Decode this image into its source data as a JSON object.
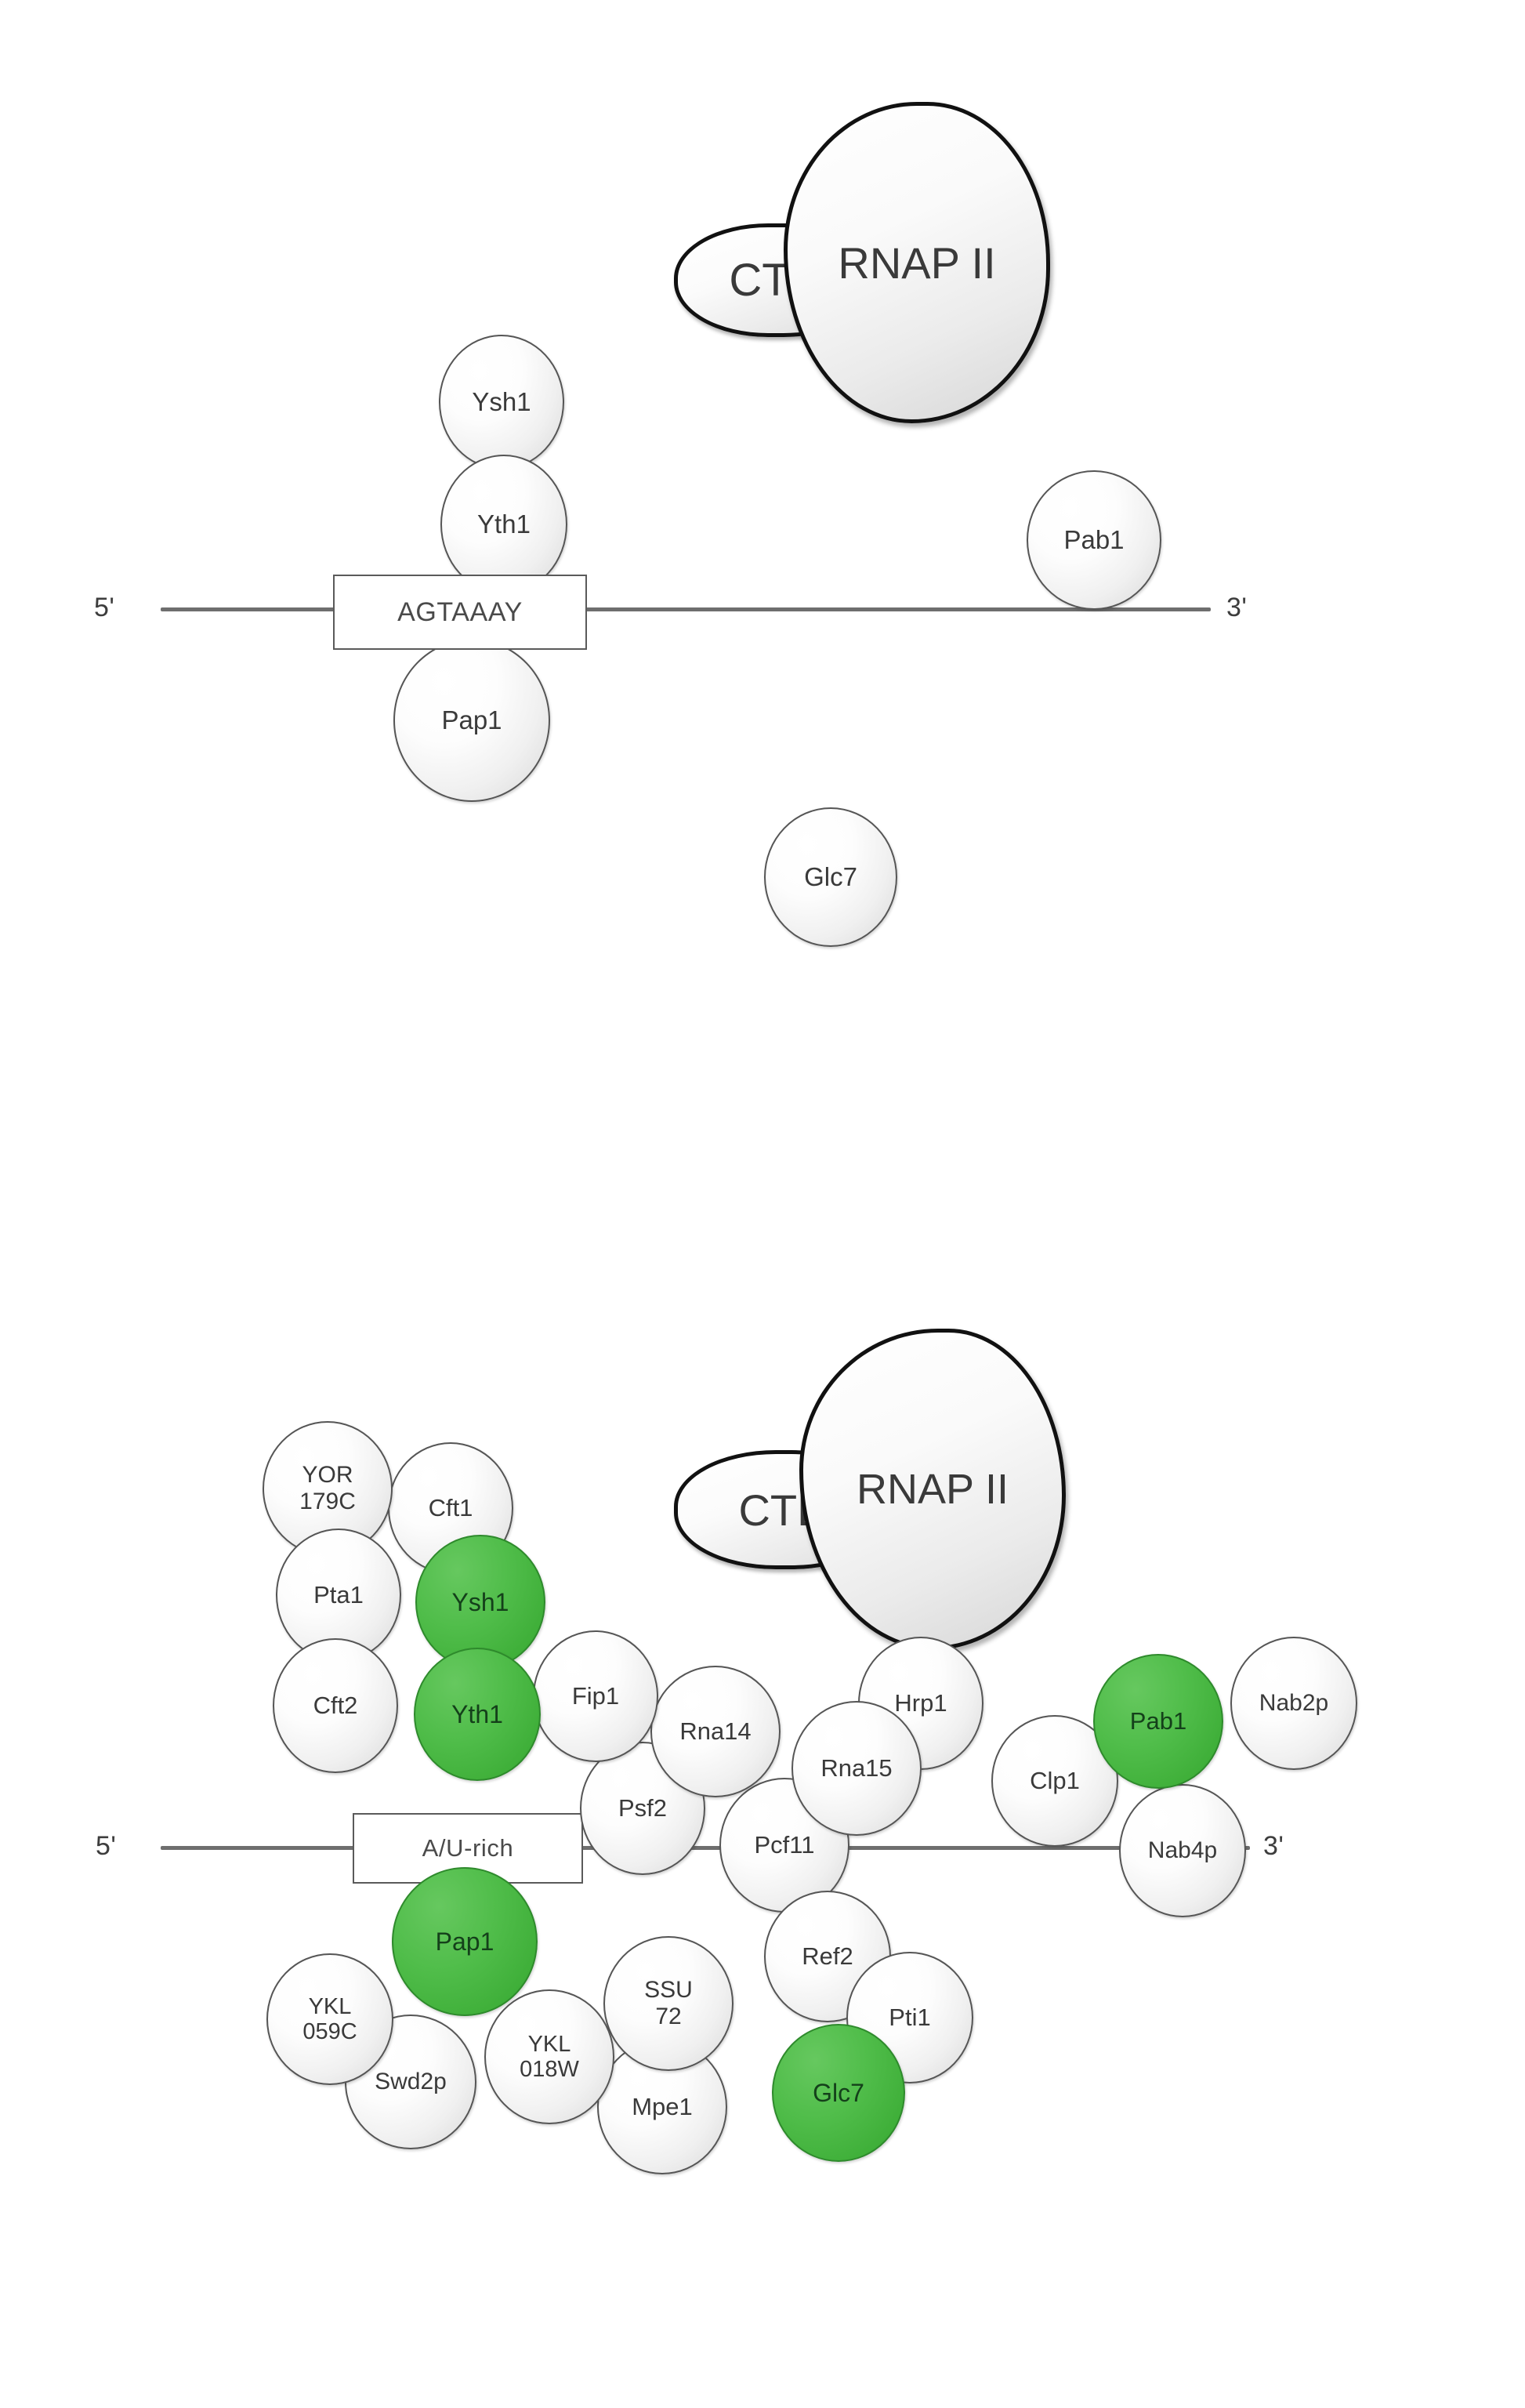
{
  "figure": {
    "type": "diagram",
    "subject": "Yeast mRNA 3'-end processing / polyadenylation complex",
    "legend_color_green": "#3faf39",
    "legend_color_white": "#f2f2f2"
  },
  "panels": [
    {
      "id": "top",
      "name": "minimal-core-complex",
      "rna": {
        "five_prime_label": "5'",
        "three_prime_label": "3'",
        "sequence_box_label": "AGTAAAY"
      },
      "polymerase": {
        "ctd_label": "CTD",
        "body_label": "RNAP II"
      },
      "nodes": [
        {
          "label": "Ysh1",
          "highlight": false
        },
        {
          "label": "Yth1",
          "highlight": false
        },
        {
          "label": "Pap1",
          "highlight": false
        },
        {
          "label": "Pab1",
          "highlight": false
        },
        {
          "label": "Glc7",
          "highlight": false
        }
      ]
    },
    {
      "id": "bottom",
      "name": "full-interaction-network",
      "rna": {
        "five_prime_label": "5'",
        "three_prime_label": "3'",
        "sequence_box_label": "A/U-rich"
      },
      "polymerase": {
        "ctd_label": "CTD",
        "body_label": "RNAP II"
      },
      "nodes": [
        {
          "label_lines": [
            "YOR",
            "179C"
          ],
          "highlight": false
        },
        {
          "label_lines": [
            "Cft1"
          ],
          "highlight": false
        },
        {
          "label_lines": [
            "Pta1"
          ],
          "highlight": false
        },
        {
          "label_lines": [
            "Ysh1"
          ],
          "highlight": true
        },
        {
          "label_lines": [
            "Cft2"
          ],
          "highlight": false
        },
        {
          "label_lines": [
            "Yth1"
          ],
          "highlight": true
        },
        {
          "label_lines": [
            "Fip1"
          ],
          "highlight": false
        },
        {
          "label_lines": [
            "Rna14"
          ],
          "highlight": false
        },
        {
          "label_lines": [
            "Hrp1"
          ],
          "highlight": false
        },
        {
          "label_lines": [
            "Rna15"
          ],
          "highlight": false
        },
        {
          "label_lines": [
            "Pab1"
          ],
          "highlight": true
        },
        {
          "label_lines": [
            "Nab2p"
          ],
          "highlight": false
        },
        {
          "label_lines": [
            "Clp1"
          ],
          "highlight": false
        },
        {
          "label_lines": [
            "Psf2"
          ],
          "highlight": false
        },
        {
          "label_lines": [
            "Pcf11"
          ],
          "highlight": false
        },
        {
          "label_lines": [
            "Nab4p"
          ],
          "highlight": false
        },
        {
          "label_lines": [
            "Pap1"
          ],
          "highlight": true
        },
        {
          "label_lines": [
            "Ref2"
          ],
          "highlight": false
        },
        {
          "label_lines": [
            "Pti1"
          ],
          "highlight": false
        },
        {
          "label_lines": [
            "YKL",
            "059C"
          ],
          "highlight": false
        },
        {
          "label_lines": [
            "SSU",
            "72"
          ],
          "highlight": false
        },
        {
          "label_lines": [
            "Swd2p"
          ],
          "highlight": false
        },
        {
          "label_lines": [
            "YKL",
            "018W"
          ],
          "highlight": false
        },
        {
          "label_lines": [
            "Mpe1"
          ],
          "highlight": false
        },
        {
          "label_lines": [
            "Glc7"
          ],
          "highlight": true
        }
      ]
    }
  ]
}
